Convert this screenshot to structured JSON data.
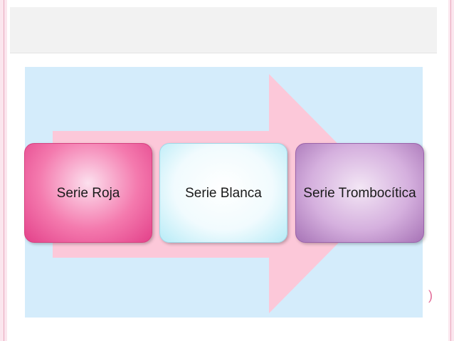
{
  "diagram": {
    "steps": [
      {
        "label": "Serie Roja"
      },
      {
        "label": "Serie Blanca"
      },
      {
        "label": "Serie Trombocítica"
      }
    ],
    "corner_glyph": ")"
  },
  "colors": {
    "frame_border": "#fbe6ee",
    "title_band": "#f2f2f2",
    "content_background": "#d4ecfb",
    "arrow": "#fcc8d9",
    "box_red": "#f47aae",
    "box_white": "#f1fbfe",
    "box_purple": "#d5b0de",
    "corner_mark": "#e26b98"
  }
}
